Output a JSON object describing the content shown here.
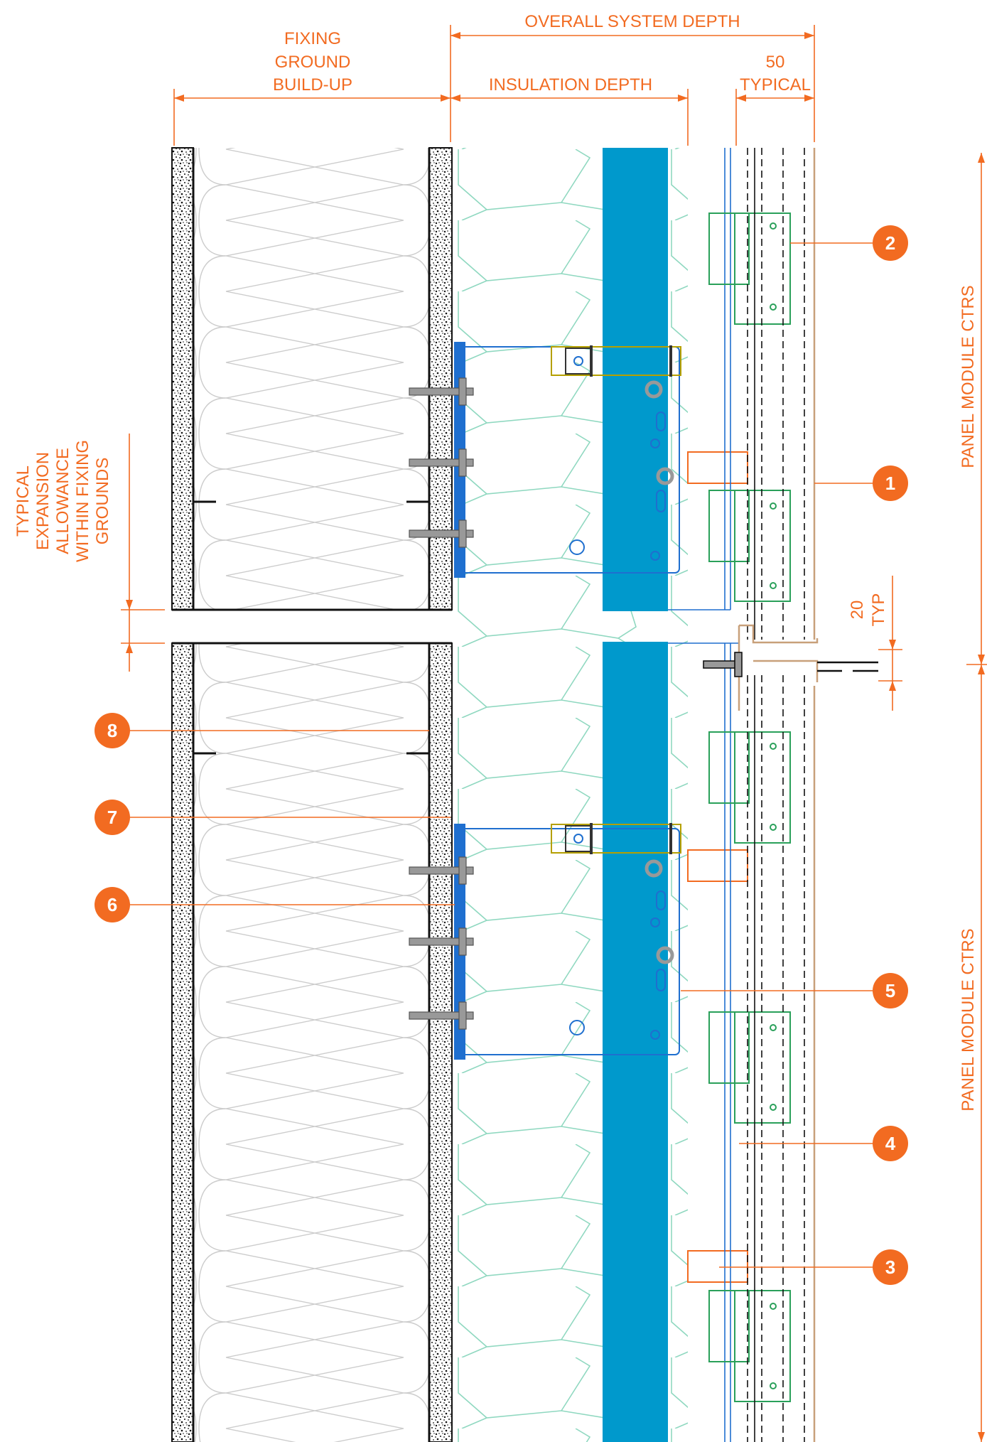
{
  "dimensions": {
    "overall_system_depth": "OVERALL SYSTEM DEPTH",
    "fixing_ground_lines": [
      "FIXING",
      "GROUND",
      "BUILD-UP"
    ],
    "insulation_depth": "INSULATION DEPTH",
    "typical_50_lines": [
      "50",
      "TYPICAL"
    ],
    "gap_20_lines": [
      "20",
      "TYP"
    ],
    "panel_module_ctrs_top": "PANEL MODULE CTRS",
    "panel_module_ctrs_bottom": "PANEL MODULE CTRS",
    "expansion_lines": [
      "TYPICAL",
      "EXPANSION",
      "ALLOWANCE",
      "WITHIN FIXING",
      "GROUNDS"
    ]
  },
  "callouts": [
    "1",
    "2",
    "3",
    "4",
    "5",
    "6",
    "7",
    "8"
  ],
  "colors": {
    "annotation": "#f26b21",
    "insulation_board": "#0099cc",
    "bracket": "#1f6fcf",
    "clip": "#2aa05a",
    "mineral_wool": "#8fd8c0",
    "rail": "#b5a000",
    "structure": "#111111"
  }
}
